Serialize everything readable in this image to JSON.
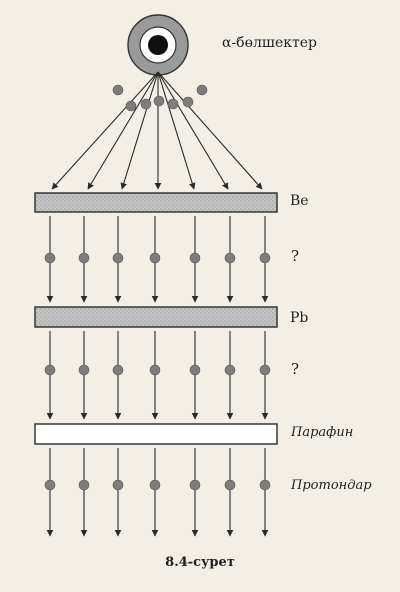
{
  "labels": {
    "alpha_particles": "α-бөлшектер",
    "be_plate": "Be",
    "unknown_after_be": "?",
    "pb_plate": "Pb",
    "unknown_after_pb": "?",
    "paraffin": "Парафин",
    "protons": "Протондар"
  },
  "caption": "8.4-сурет",
  "colors": {
    "background": "#f3efe6",
    "line": "#2a2a2a",
    "particle": "#7d7d7d",
    "plate_fill": "#bdbdbd",
    "paraffin_fill": "#ffffff",
    "source_ring": "#9a9a9a"
  }
}
